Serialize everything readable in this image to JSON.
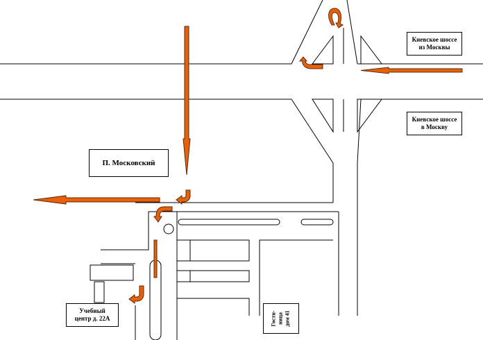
{
  "labels": {
    "kiev_from_moscow": [
      "Киевское шоссе",
      "из Москвы"
    ],
    "kiev_to_moscow": [
      "Киевское шоссе",
      "в Москву"
    ],
    "poselok": "П. Московский",
    "training_center": [
      "Учебный",
      "центр д. 22А"
    ],
    "hotel": [
      "Гости-",
      "ница",
      "дом 41"
    ]
  },
  "colors": {
    "arrow_fill": "#e8600a",
    "arrow_stroke": "#5a2a08",
    "line": "#000000"
  },
  "icons": {
    "direction_arrows": "straight-arrow",
    "turn_arrows": "curved-turn-arrow"
  }
}
